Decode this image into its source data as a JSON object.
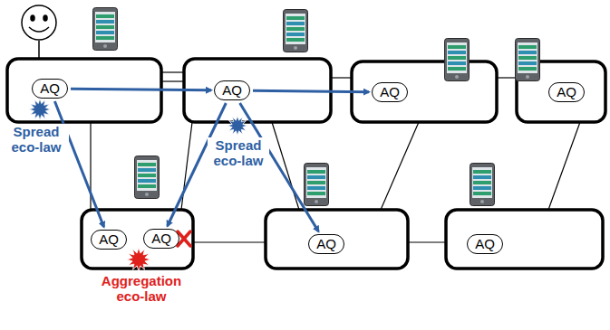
{
  "diagram": {
    "nodes": [
      {
        "text": [
          "AQ"
        ]
      },
      {
        "text": [
          "AQ"
        ]
      },
      {
        "text": [
          "AQ"
        ]
      },
      {
        "text": [
          "AQ"
        ]
      },
      {
        "text": [
          "AQ"
        ]
      },
      {
        "text": [
          "AQ"
        ]
      },
      {
        "text": [
          "AQ"
        ]
      },
      {
        "text": [
          "AQ"
        ]
      }
    ],
    "edges": [
      {
        "from": 0,
        "to": 4,
        "arrow": "to"
      },
      {
        "from": 0,
        "to": 1,
        "arrow": "to"
      },
      {
        "from": 1,
        "to": 2,
        "arrow": "to"
      },
      {
        "from": 1,
        "to": 5,
        "arrow": "to"
      },
      {
        "from": 1,
        "to": 6,
        "arrow": "to"
      }
    ],
    "labels": [
      "Spread eco-law",
      "Spread eco-law",
      "Aggregation eco-law"
    ]
  }
}
